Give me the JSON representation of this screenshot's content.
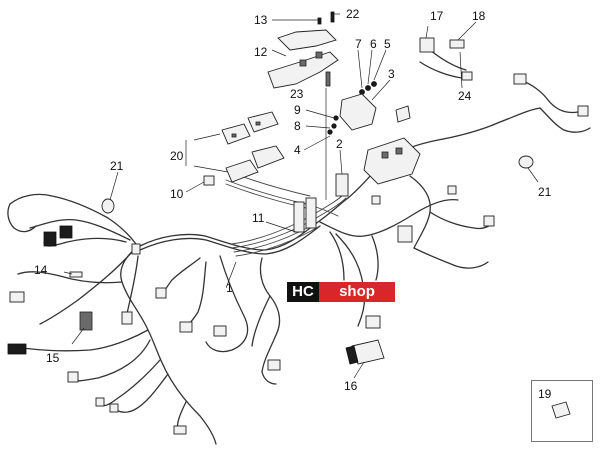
{
  "callouts": [
    {
      "id": "1",
      "text": "1"
    },
    {
      "id": "2",
      "text": "2"
    },
    {
      "id": "3",
      "text": "3"
    },
    {
      "id": "4",
      "text": "4"
    },
    {
      "id": "5",
      "text": "5"
    },
    {
      "id": "6",
      "text": "6"
    },
    {
      "id": "7",
      "text": "7"
    },
    {
      "id": "8",
      "text": "8"
    },
    {
      "id": "9",
      "text": "9"
    },
    {
      "id": "10",
      "text": "10"
    },
    {
      "id": "11",
      "text": "11"
    },
    {
      "id": "12",
      "text": "12"
    },
    {
      "id": "13",
      "text": "13"
    },
    {
      "id": "14",
      "text": "14"
    },
    {
      "id": "15",
      "text": "15"
    },
    {
      "id": "16",
      "text": "16"
    },
    {
      "id": "17",
      "text": "17"
    },
    {
      "id": "18",
      "text": "18"
    },
    {
      "id": "19",
      "text": "19"
    },
    {
      "id": "20",
      "text": "20"
    },
    {
      "id": "21a",
      "text": "21"
    },
    {
      "id": "21b",
      "text": "21"
    },
    {
      "id": "22",
      "text": "22"
    },
    {
      "id": "23",
      "text": "23"
    },
    {
      "id": "24",
      "text": "24"
    }
  ],
  "watermark": {
    "left": "HC",
    "right": "shop"
  },
  "colors": {
    "brand_dark": "#111111",
    "brand_red": "#d8262a",
    "line": "#333333"
  }
}
